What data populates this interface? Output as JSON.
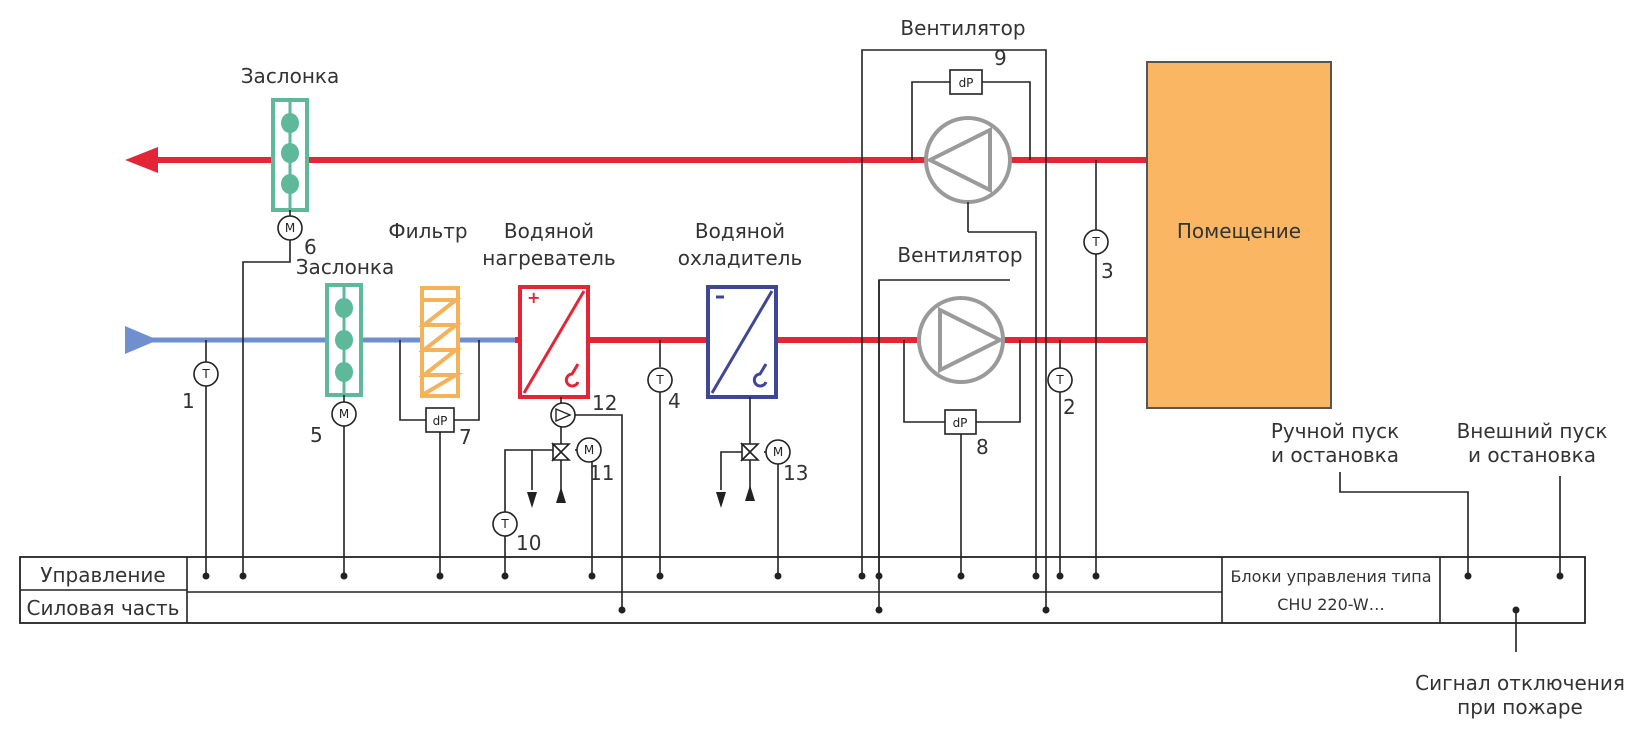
{
  "colors": {
    "supply_air": "#e32636",
    "outdoor_air": "#6f8fcf",
    "damper": "#5eb89a",
    "filter": "#f4b25a",
    "heater": "#e32636",
    "cooler": "#3e4796",
    "fan": "#9a9a9a",
    "room": "#fbb663",
    "wiring": "#222222"
  },
  "labels": {
    "damper_exhaust": "Заслонка",
    "damper_intake": "Заслонка",
    "filter": "Фильтр",
    "heater_line1": "Водяной",
    "heater_line2": "нагреватель",
    "cooler_line1": "Водяной",
    "cooler_line2": "охладитель",
    "fan_exhaust": "Вентилятор",
    "fan_supply": "Вентилятор",
    "room": "Помещение",
    "manual_line1": "Ручной пуск",
    "manual_line2": "и остановка",
    "external_line1": "Внешний пуск",
    "external_line2": "и остановка",
    "fire_line1": "Сигнал отключения",
    "fire_line2": "при пожаре"
  },
  "symbols": {
    "temp": "T",
    "motor": "M",
    "pressure": "dP"
  },
  "numbers": {
    "n1": "1",
    "n2": "2",
    "n3": "3",
    "n4": "4",
    "n5": "5",
    "n6": "6",
    "n7": "7",
    "n8": "8",
    "n9": "9",
    "n10": "10",
    "n11": "11",
    "n12": "12",
    "n13": "13"
  },
  "control_table": {
    "row_control": "Управление",
    "row_power": "Силовая часть",
    "block_line1": "Блоки управления типа",
    "block_line2": "CHU 220-W…"
  }
}
